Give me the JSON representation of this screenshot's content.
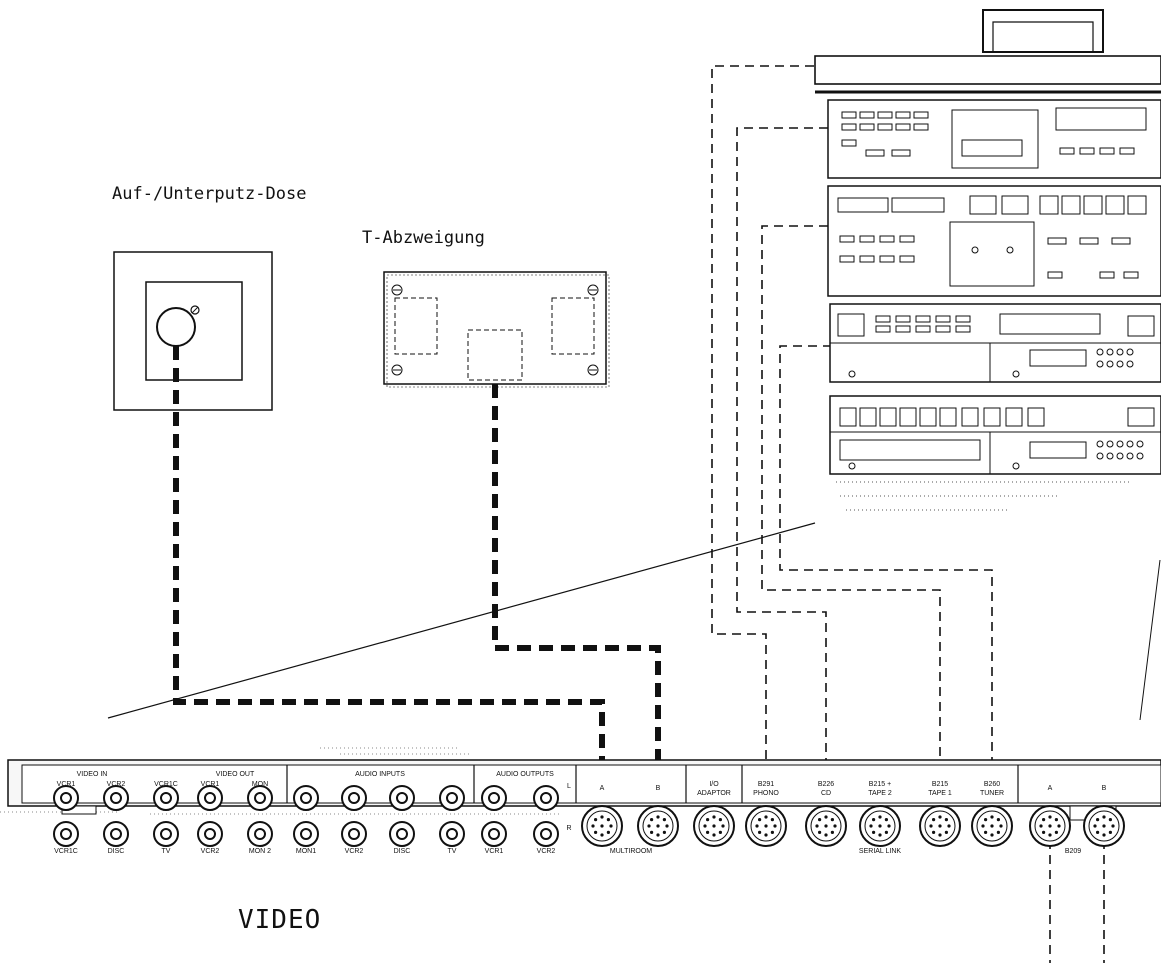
{
  "labels": {
    "wall_socket": "Auf-/Unterputz-Dose",
    "t_junction": "T-Abzweigung",
    "panel_name": "VIDEO"
  },
  "panel": {
    "video_in": "VIDEO IN",
    "video_out": "VIDEO OUT",
    "video_top": [
      "VCR1",
      "VCR2",
      "VCR1C",
      "VCR1",
      "MON"
    ],
    "video_bottom": [
      "VCR1C",
      "DISC",
      "TV",
      "VCR2",
      "MON 2"
    ],
    "audio_inputs": "AUDIO INPUTS",
    "audio_in_bottom": [
      "MON1",
      "VCR2",
      "DISC",
      "TV"
    ],
    "audio_outputs": "AUDIO OUTPUTS",
    "audio_out_bottom": [
      "VCR1",
      "VCR2"
    ],
    "channel_L": "L",
    "channel_R": "R",
    "multiroom_ports": [
      "A",
      "B"
    ],
    "multiroom": "MULTIROOM",
    "io_adaptor": [
      "I/O",
      "ADAPTOR"
    ],
    "serial_ports": [
      {
        "model": "B291",
        "name": "PHONO"
      },
      {
        "model": "B226",
        "name": "CD"
      },
      {
        "model": "B215 +",
        "name": "TAPE 2"
      },
      {
        "model": "B215",
        "name": "TAPE 1"
      },
      {
        "model": "B260",
        "name": "TUNER"
      }
    ],
    "serial_link": "SERIAL LINK",
    "b209_ports": [
      "A",
      "B"
    ],
    "b209": "B209"
  },
  "colors": {
    "ink": "#111111",
    "background": "#ffffff",
    "panel_fill": "#f7f7f7"
  }
}
